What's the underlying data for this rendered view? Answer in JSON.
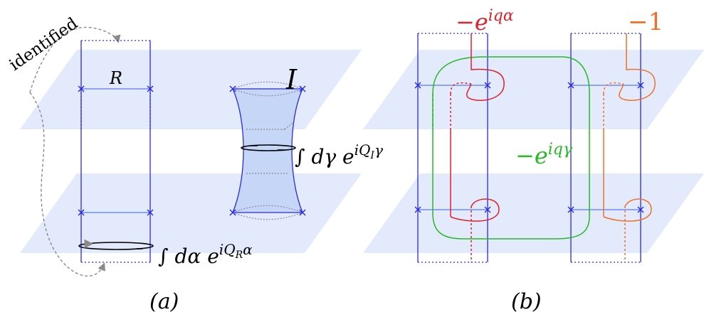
{
  "panel_a": {
    "caption": "(a)",
    "identified_label": "identified",
    "R_label": "R",
    "I_label": "I",
    "alpha_integral": "∫ dα e",
    "alpha_exponent": "iQ",
    "alpha_sub": "R",
    "alpha_var": "α",
    "gamma_integral": "∫ dγ e",
    "gamma_exponent": "iQ",
    "gamma_sub": "I",
    "gamma_var": "γ"
  },
  "panel_b": {
    "caption": "(b)",
    "red_label": "−e",
    "red_exponent": "iqα",
    "orange_label": "−1",
    "green_label": "−e",
    "green_exponent": "iqγ"
  },
  "colors": {
    "blue": "#2a2ae0",
    "red": "#e0202a",
    "orange": "#f07028",
    "green": "#22bb22",
    "sheet": "#dde6fa",
    "dashed": "#8a8a8a"
  }
}
